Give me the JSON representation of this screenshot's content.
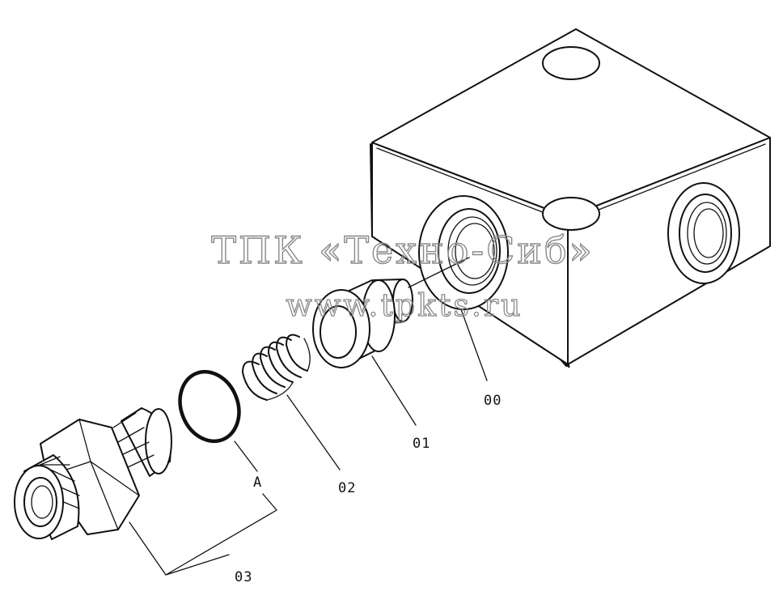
{
  "diagram": {
    "type": "exploded-parts-view",
    "callouts": [
      {
        "id": "00",
        "label": "00"
      },
      {
        "id": "01",
        "label": "01"
      },
      {
        "id": "02",
        "label": "02"
      },
      {
        "id": "A",
        "label": "A"
      },
      {
        "id": "03",
        "label": "03"
      }
    ]
  },
  "watermark": {
    "company": "ТПК «Техно-Сиб»",
    "website": "www.tpkts.ru",
    "color": "#8a8a8a"
  }
}
